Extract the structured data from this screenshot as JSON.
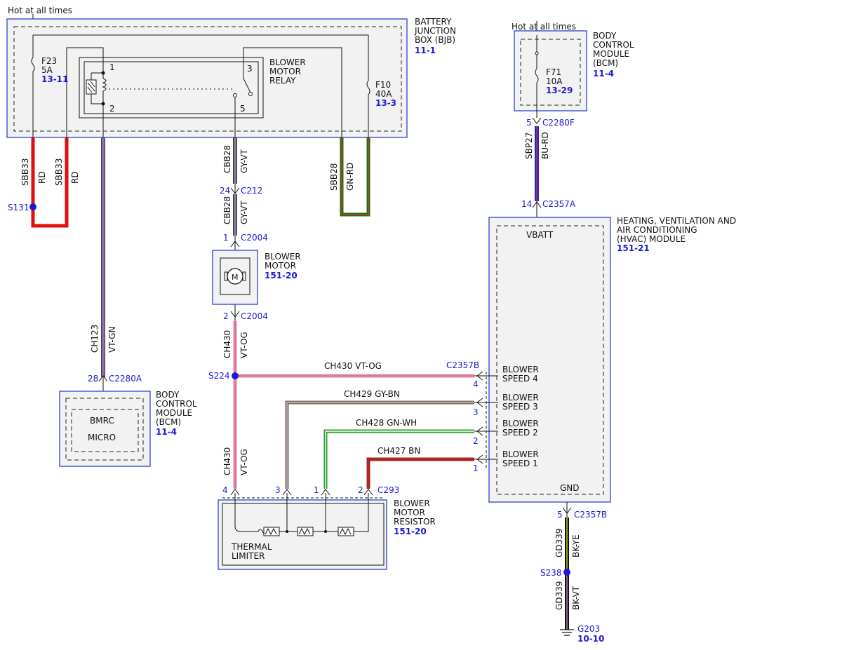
{
  "colors": {
    "RD": "#e01010",
    "VT-GN": "#9a6ab8",
    "GY-VT": "#8a7f96",
    "GN-RD": "#1f6e14",
    "BU-RD": "#2a20d0",
    "VT-OG": "#e88aa8",
    "GY-BN": "#7a6a66",
    "GN-WH": "#2aa02a",
    "BN": "#a52822",
    "BK-YE": "#3a3a10",
    "BK-VT": "#4a2a50",
    "box_border": "#2f3fd0",
    "splice": "#1a1ad6"
  },
  "power_labels": {
    "left": "Hot at all times",
    "right": "Hot at all times"
  },
  "bjb": {
    "title": [
      "BATTERY",
      "JUNCTION",
      "BOX (BJB)"
    ],
    "ref": "11-1",
    "fuse_f23": {
      "name": "F23",
      "rating": "5A",
      "ref": "13-11"
    },
    "fuse_f10": {
      "name": "F10",
      "rating": "40A",
      "ref": "13-3"
    },
    "relay": {
      "title": [
        "BLOWER",
        "MOTOR",
        "RELAY"
      ],
      "pins": [
        "1",
        "2",
        "3",
        "5"
      ]
    }
  },
  "bcm_top": {
    "title": [
      "BODY",
      "CONTROL",
      "MODULE",
      "(BCM)"
    ],
    "ref": "11-4",
    "fuse_f71": {
      "name": "F71",
      "rating": "10A",
      "ref": "13-29"
    },
    "connector": {
      "pin": "5",
      "name": "C2280F"
    }
  },
  "bcm_bottom": {
    "title": [
      "BODY",
      "CONTROL",
      "MODULE",
      "(BCM)"
    ],
    "ref": "11-4",
    "inner": [
      "BMRC",
      "MICRO"
    ],
    "connector": {
      "pin": "28",
      "name": "C2280A"
    }
  },
  "blower_motor": {
    "title": [
      "BLOWER",
      "MOTOR"
    ],
    "ref": "151-20",
    "symbol": "M",
    "conn_top": {
      "pin": "1",
      "name": "C2004"
    },
    "conn_bottom": {
      "pin": "2",
      "name": "C2004"
    }
  },
  "hvac": {
    "title": [
      "HEATING, VENTILATION AND",
      "AIR CONDITIONING",
      "(HVAC) MODULE"
    ],
    "ref": "151-21",
    "vbatt": "VBATT",
    "gnd": "GND",
    "conn_top": {
      "pin": "14",
      "name": "C2357A"
    },
    "conn_right": "C2357B",
    "conn_gnd": {
      "pin": "5",
      "name": "C2357B"
    },
    "speeds": [
      {
        "pin": "4",
        "label": [
          "BLOWER",
          "SPEED 4"
        ]
      },
      {
        "pin": "3",
        "label": [
          "BLOWER",
          "SPEED 3"
        ]
      },
      {
        "pin": "2",
        "label": [
          "BLOWER",
          "SPEED 2"
        ]
      },
      {
        "pin": "1",
        "label": [
          "BLOWER",
          "SPEED 1"
        ]
      }
    ]
  },
  "resistor": {
    "title": [
      "BLOWER",
      "MOTOR",
      "RESISTOR"
    ],
    "ref": "151-20",
    "thermal": [
      "THERMAL",
      "LIMITER"
    ],
    "pins": [
      "4",
      "3",
      "1",
      "2"
    ],
    "connector": "C293"
  },
  "wires": {
    "sbb33_a": {
      "circuit": "SBB33",
      "color": "RD"
    },
    "sbb33_b": {
      "circuit": "SBB33",
      "color": "RD"
    },
    "ch123": {
      "circuit": "CH123",
      "color": "VT-GN"
    },
    "cbb28_a": {
      "circuit": "CBB28",
      "color": "GY-VT"
    },
    "cbb28_b": {
      "circuit": "CBB28",
      "color": "GY-VT"
    },
    "sbb28": {
      "circuit": "SBB28",
      "color": "GN-RD"
    },
    "sbp27": {
      "circuit": "SBP27",
      "color": "BU-RD"
    },
    "ch430_v1": {
      "circuit": "CH430",
      "color": "VT-OG"
    },
    "ch430_v2": {
      "circuit": "CH430",
      "color": "VT-OG"
    },
    "ch430_h": "CH430 VT-OG",
    "ch429_h": "CH429 GY-BN",
    "ch428_h": "CH428 GN-WH",
    "ch427_h": "CH427 BN",
    "gd339_a": {
      "circuit": "GD339",
      "color": "BK-YE"
    },
    "gd339_b": {
      "circuit": "GD339",
      "color": "BK-VT"
    }
  },
  "c212": {
    "pin": "24",
    "name": "C212"
  },
  "splices": {
    "s131": "S131",
    "s224": "S224",
    "s238": "S238"
  },
  "ground": {
    "name": "G203",
    "ref": "10-10"
  }
}
